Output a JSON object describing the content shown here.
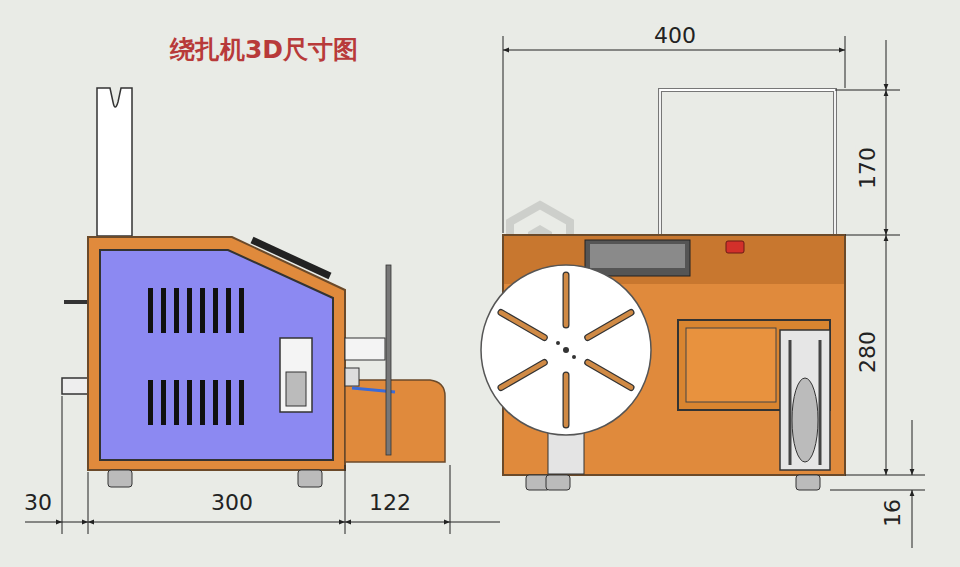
{
  "diagram": {
    "title": "绕扎机3D尺寸图",
    "labels": [
      "400",
      "170",
      "280",
      "16",
      "30",
      "300",
      "122"
    ]
  }
}
